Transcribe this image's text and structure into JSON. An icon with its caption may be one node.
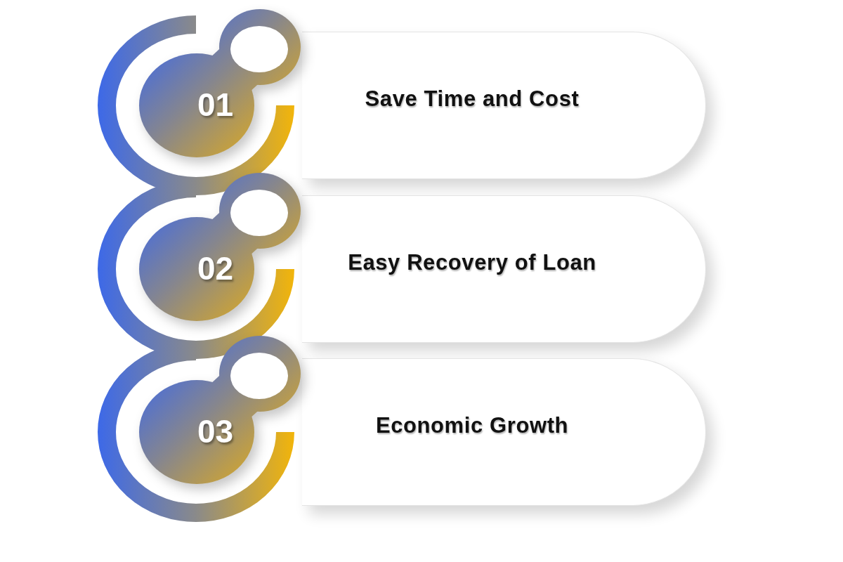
{
  "diagram": {
    "nodes": [
      {
        "text": [
          "01"
        ]
      },
      {
        "text": [
          "Save Time and Cost"
        ]
      },
      {
        "text": [
          "02"
        ]
      },
      {
        "text": [
          "Easy Recovery of Loan"
        ]
      },
      {
        "text": [
          "03"
        ]
      },
      {
        "text": [
          "Economic Growth"
        ]
      }
    ]
  }
}
